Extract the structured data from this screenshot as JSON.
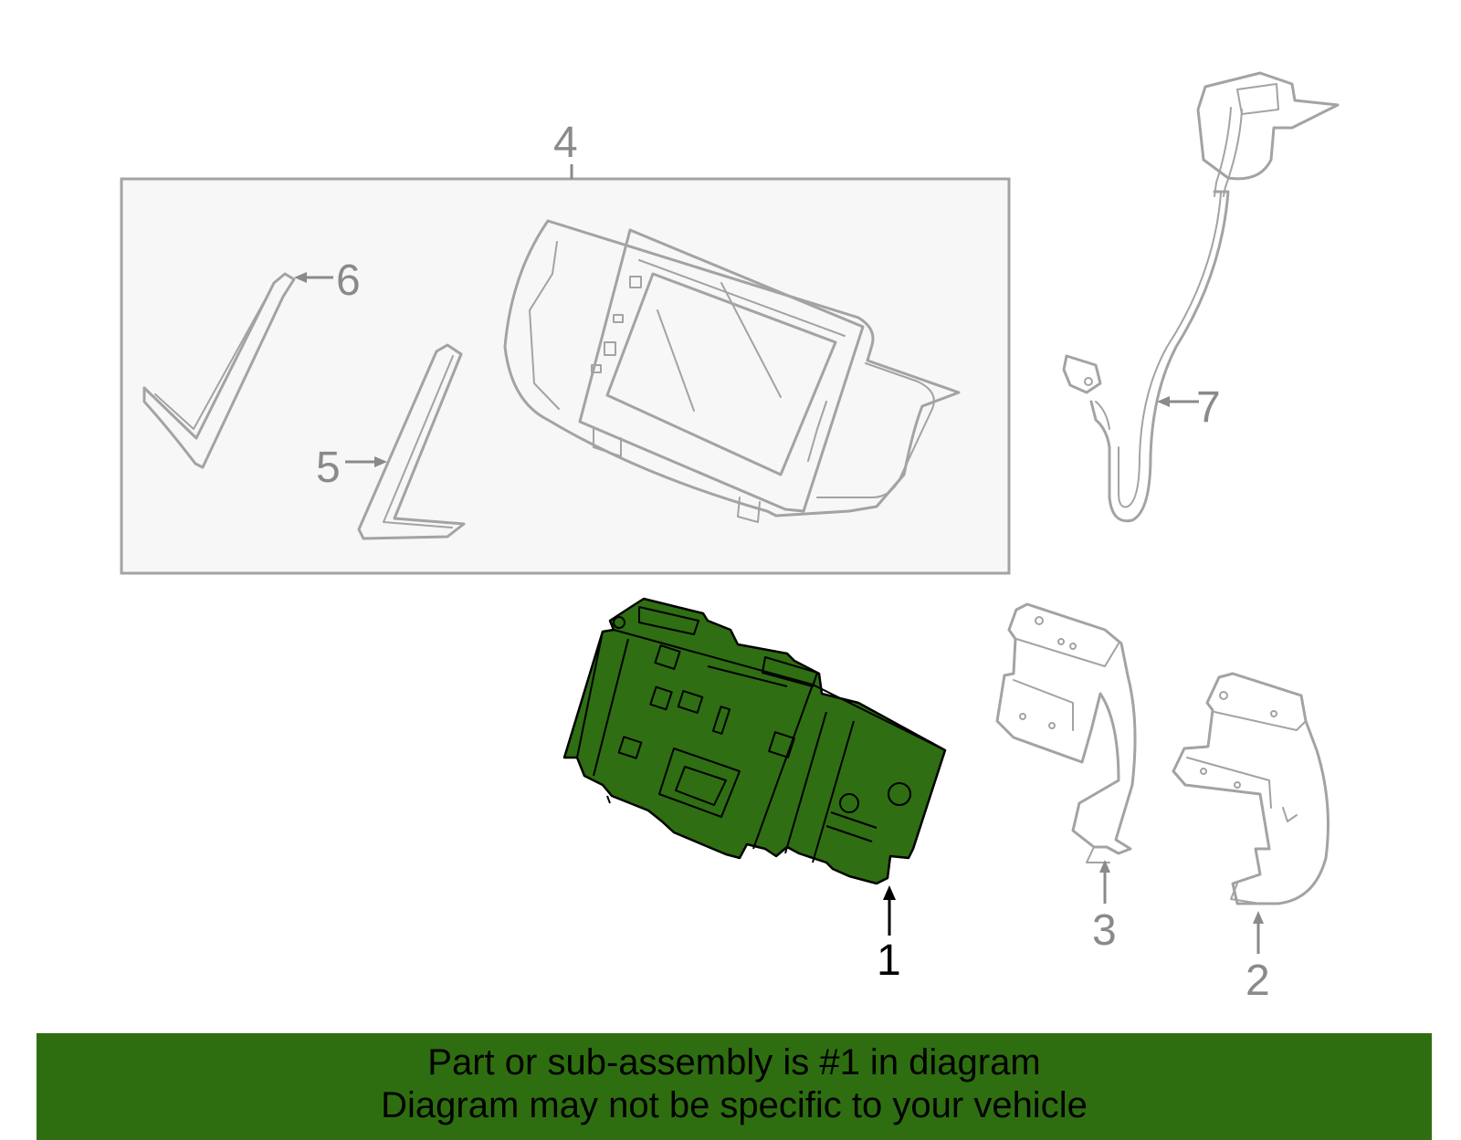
{
  "diagram": {
    "callouts": {
      "c1": "1",
      "c2": "2",
      "c3": "3",
      "c4": "4",
      "c5": "5",
      "c6": "6",
      "c7": "7"
    },
    "highlight_color": "#2e6e10",
    "part_line_color": "#a3a3a3"
  },
  "banner": {
    "line1": "Part or sub-assembly is #1 in diagram",
    "line2": "Diagram may not be specific to your vehicle"
  }
}
